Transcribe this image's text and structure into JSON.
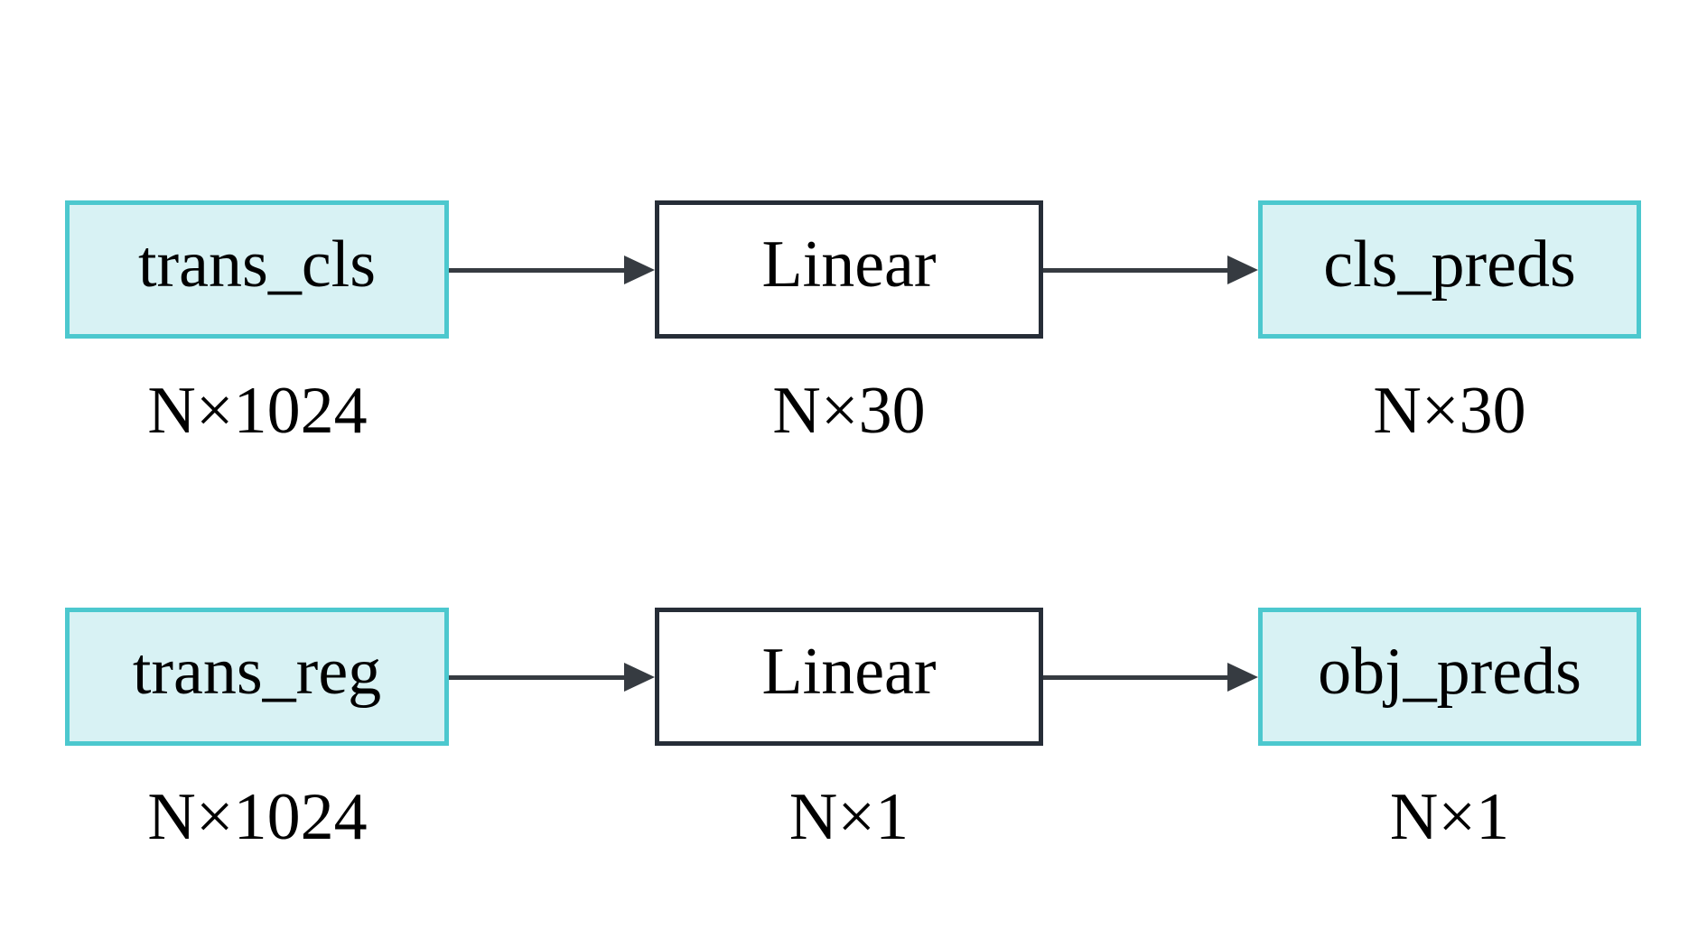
{
  "diagram": {
    "description": "Two parallel prediction-head pipelines mapping transformer features through Linear layers",
    "rows": [
      {
        "nodes": [
          {
            "label": "trans_cls",
            "dim": "N×1024",
            "type": "tensor"
          },
          {
            "label": "Linear",
            "dim": "N×30",
            "type": "op"
          },
          {
            "label": "cls_preds",
            "dim": "N×30",
            "type": "tensor"
          }
        ]
      },
      {
        "nodes": [
          {
            "label": "trans_reg",
            "dim": "N×1024",
            "type": "tensor"
          },
          {
            "label": "Linear",
            "dim": "N×1",
            "type": "op"
          },
          {
            "label": "obj_preds",
            "dim": "N×1",
            "type": "tensor"
          }
        ]
      }
    ],
    "colors": {
      "tensor-border": "#4cc8ce",
      "tensor-fill": "#d8f2f4",
      "op-border": "#262d37",
      "op-fill": "#ffffff",
      "arrow": "#363b41",
      "text": "#000000",
      "bg": "#ffffff"
    }
  }
}
